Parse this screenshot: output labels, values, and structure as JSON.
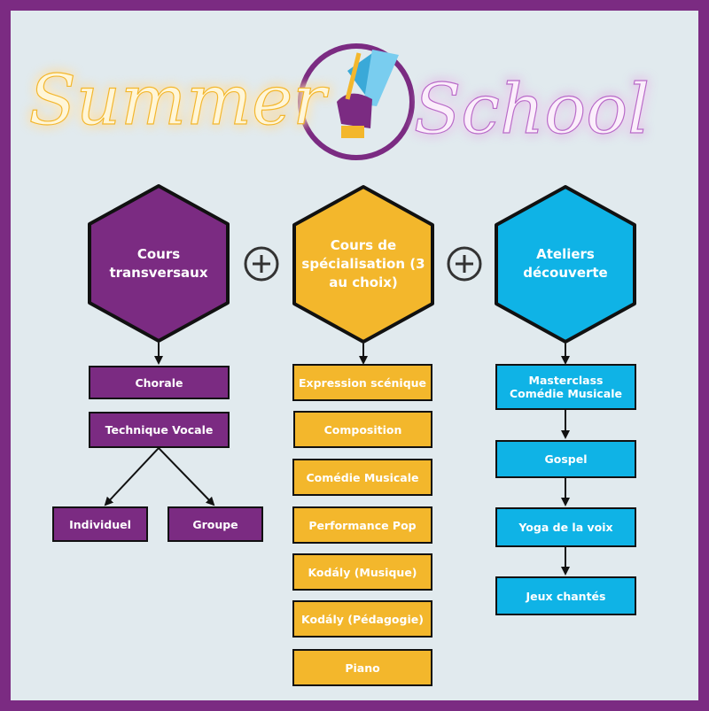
{
  "title": {
    "left": "Summer",
    "right": "School"
  },
  "colors": {
    "purple": "#7b2b82",
    "yellow": "#f3b72c",
    "blue": "#0fb3e6",
    "background": "#e1eaee"
  },
  "hexagons": [
    {
      "label": "Cours transversaux"
    },
    {
      "label": "Cours de spécialisation (3 au choix)"
    },
    {
      "label": "Ateliers découverte"
    }
  ],
  "column1": {
    "items": [
      "Chorale",
      "Technique Vocale"
    ],
    "branches": [
      "Individuel",
      "Groupe"
    ]
  },
  "column2": {
    "items": [
      "Expression scénique",
      "Composition",
      "Comédie Musicale",
      "Performance Pop",
      "Kodály (Musique)",
      "Kodály (Pédagogie)",
      "Piano"
    ]
  },
  "column3": {
    "items": [
      "Masterclass Comédie Musicale",
      "Gospel",
      "Yoga de la voix",
      "Jeux chantés"
    ]
  }
}
